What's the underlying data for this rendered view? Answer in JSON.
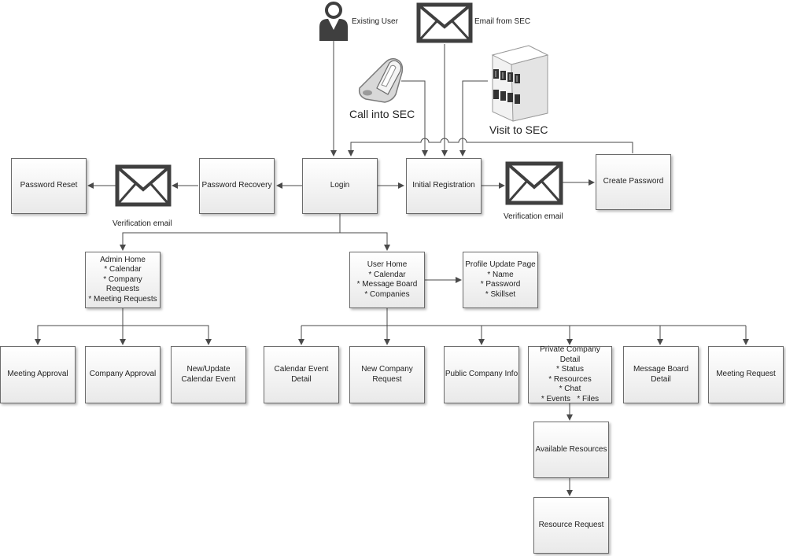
{
  "labels": {
    "existing_user": "Existing User",
    "email_from_sec": "Email from SEC",
    "call_into_sec": "Call into SEC",
    "visit_to_sec": "Visit to SEC",
    "verification_email_left": "Verification email",
    "verification_email_right": "Verification email"
  },
  "nodes": {
    "password_reset": "Password Reset",
    "password_recovery": "Password Recovery",
    "login": "Login",
    "initial_registration": "Initial Registration",
    "create_password": "Create Password",
    "admin_home": [
      "Admin Home",
      "* Calendar",
      "* Company Requests",
      "* Meeting Requests"
    ],
    "user_home": [
      "User Home",
      "* Calendar",
      "* Message Board",
      "* Companies"
    ],
    "profile_update": [
      "Profile Update Page",
      "* Name",
      "* Password",
      "* Skillset"
    ],
    "meeting_approval": "Meeting Approval",
    "company_approval": "Company Approval",
    "new_update_calendar_event": [
      "New/Update",
      "Calendar Event"
    ],
    "calendar_event_detail": [
      "Calendar Event",
      "Detail"
    ],
    "new_company_request": [
      "New Company",
      "Request"
    ],
    "public_company_info": "Public Company Info",
    "private_company_detail": [
      "Private Company Detail",
      "* Status",
      "* Resources",
      "* Chat",
      "* Events   * Files"
    ],
    "message_board_detail": [
      "Message Board",
      "Detail"
    ],
    "meeting_request": "Meeting Request",
    "available_resources": "Available Resources",
    "resource_request": "Resource Request"
  },
  "icons": {
    "user": "user-icon",
    "envelope": "envelope-icon",
    "phone": "phone-icon",
    "building": "building-icon"
  },
  "colors": {
    "line": "#4a4a4a",
    "box_border": "#6b6b6b",
    "icon_dark": "#3f3f3f"
  }
}
